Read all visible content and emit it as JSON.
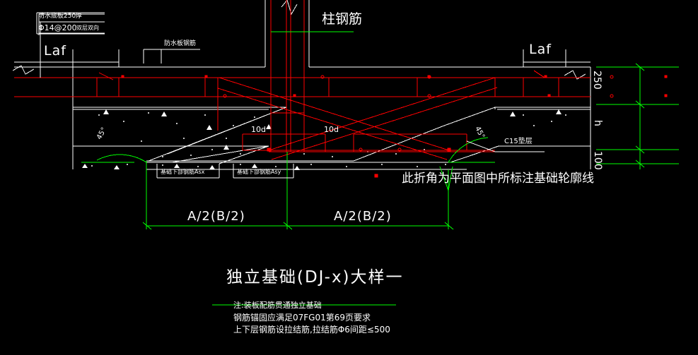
{
  "drawing": {
    "title": "独立基础(DJ-x)大样一",
    "background_color": "#000000",
    "rebar_color": "#ff0000",
    "concrete_color": "#ffffff",
    "dimension_color": "#00ff00"
  },
  "labels": {
    "slab_note_line1": "防水底板250厚",
    "slab_note_line2": "Φ14@200",
    "slab_note_line3": "双层双向",
    "waterproof_slab_rebar": "防水板钢筋",
    "column_rebar": "柱钢筋",
    "anchorage_left": "Laf",
    "anchorage_right": "Laf",
    "bend_left": "10d",
    "bend_right": "10d",
    "angle_left": "45°",
    "angle_right": "45°",
    "cushion": "C15垫层",
    "bottom_rebar_x": "基础下部钢筋Asx",
    "bottom_rebar_y": "基础下部钢筋Asy",
    "outline_note": "此折角为平面图中所标注基础轮廓线"
  },
  "dimensions": {
    "vertical": [
      {
        "value": "250"
      },
      {
        "value": "h"
      },
      {
        "value": "100"
      }
    ],
    "horizontal": [
      {
        "value": "A/2(B/2)"
      },
      {
        "value": "A/2(B/2)"
      }
    ]
  },
  "notes": [
    "注:装板配筋贯通独立基础",
    "钢筋锚固应满足07FG01第69页要求",
    "上下层钢筋设拉结筋,拉结筋Φ6间距≤500"
  ]
}
